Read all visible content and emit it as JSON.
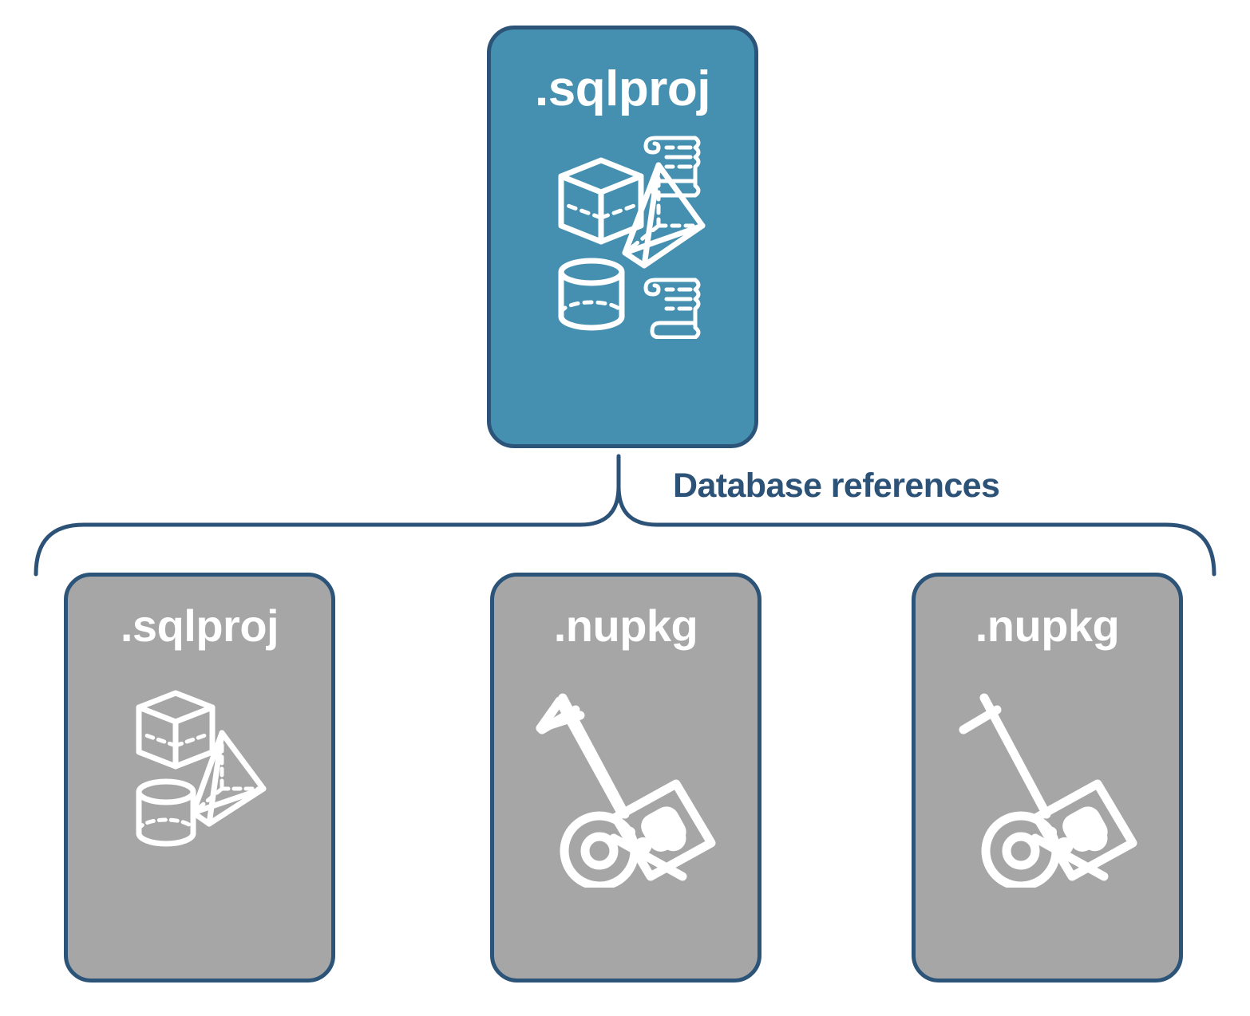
{
  "diagram": {
    "title_text": "Database references",
    "colors": {
      "accent_blue": "#4590b0",
      "neutral_gray": "#a6a6a6",
      "outline_navy": "#2b5478",
      "label_navy": "#2c5277",
      "icon_white": "#ffffff",
      "background": "#ffffff"
    },
    "root": {
      "label": ".sqlproj",
      "fill": "#4590b0",
      "icon": "database-objects-icon",
      "icon_parts": [
        "cube-shape",
        "pyramid-shape",
        "cylinder-shape",
        "scroll-script",
        "scroll-script"
      ]
    },
    "connector": {
      "label": "Database references",
      "style": "curly-brace",
      "color": "#2c5277"
    },
    "children": [
      {
        "label": ".sqlproj",
        "fill": "#a6a6a6",
        "icon": "database-objects-icon",
        "icon_parts": [
          "cube-shape",
          "pyramid-shape",
          "cylinder-shape"
        ]
      },
      {
        "label": ".nupkg",
        "fill": "#a6a6a6",
        "icon": "nuget-package-handtruck-icon",
        "icon_parts": [
          "hand-truck",
          "package-box",
          "nuget-logo"
        ]
      },
      {
        "label": ".nupkg",
        "fill": "#a6a6a6",
        "icon": "nuget-package-handtruck-icon",
        "icon_parts": [
          "hand-truck",
          "package-box",
          "nuget-logo"
        ]
      }
    ]
  }
}
